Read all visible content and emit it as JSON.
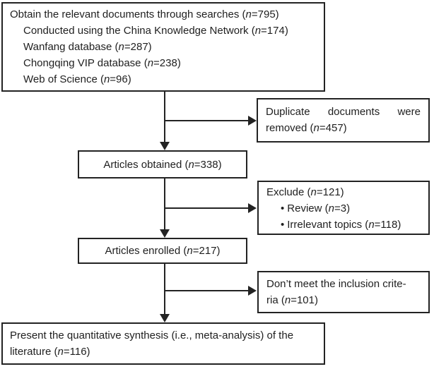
{
  "figure": {
    "background_color": "#ffffff",
    "line_color": "#232323",
    "text_color": "#1f1f1f",
    "search_box": {
      "title": "Obtain the relevant documents through searches (n=795)",
      "sources": [
        "Conducted using the China Knowledge Network (n=174)",
        "Wanfang database (n=287)",
        "Chongqing VIP database (n=238)",
        "Web of Science (n=96)"
      ]
    },
    "duplicates_box": {
      "text": "Duplicate documents were removed (n=457)"
    },
    "obtained_box": {
      "label": "Articles obtained (n=338)"
    },
    "exclude_box": {
      "title": "Exclude (n=121)",
      "bullet_char": "•",
      "bullets": [
        "Review (n=3)",
        "Irrelevant topics (n=118)"
      ]
    },
    "enrolled_box": {
      "label": "Articles enrolled (n=217)"
    },
    "criteria_box": {
      "lines": [
        "Don’t meet the inclusion crite-",
        "ria (n=101)"
      ]
    },
    "synthesis_box": {
      "lines": [
        "Present the quantitative synthesis (i.e., meta-analysis) of the",
        "literature (n=116)"
      ]
    }
  }
}
